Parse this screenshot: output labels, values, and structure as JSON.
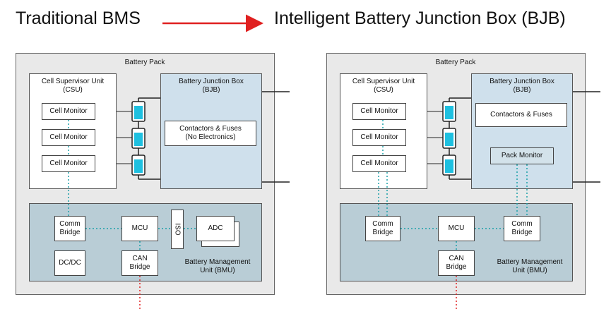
{
  "header": {
    "left_title": "Traditional BMS",
    "right_title": "Intelligent Battery Junction Box (BJB)"
  },
  "colors": {
    "arrow": "#e02020",
    "can_line": "#e02020",
    "comm_line": "#1aa0a8",
    "cell": "#1ec0e0"
  },
  "left": {
    "pack_label": "Battery Pack",
    "csu_label": "Cell Supervisor Unit\n(CSU)",
    "cell_monitors": [
      "Cell Monitor",
      "Cell Monitor",
      "Cell Monitor"
    ],
    "bjb_label": "Battery Junction Box\n(BJB)",
    "contactors_label": "Contactors & Fuses\n(No Electronics)",
    "comm_bridge_label": "Comm\nBridge",
    "mcu_label": "MCU",
    "iso_label": "ISO",
    "adc_label": "ADC",
    "dcdc_label": "DC/DC",
    "can_label": "CAN\nBridge",
    "bmu_label": "Battery Management\nUnit (BMU)"
  },
  "right": {
    "pack_label": "Battery Pack",
    "csu_label": "Cell Supervisor Unit\n(CSU)",
    "cell_monitors": [
      "Cell Monitor",
      "Cell Monitor",
      "Cell Monitor"
    ],
    "bjb_label": "Battery Junction Box\n(BJB)",
    "contactors_label": "Contactors & Fuses",
    "pack_monitor_label": "Pack Monitor",
    "comm_bridge_label": "Comm\nBridge",
    "mcu_label": "MCU",
    "comm_bridge2_label": "Comm\nBridge",
    "can_label": "CAN\nBridge",
    "bmu_label": "Battery Management\nUnit (BMU)"
  }
}
